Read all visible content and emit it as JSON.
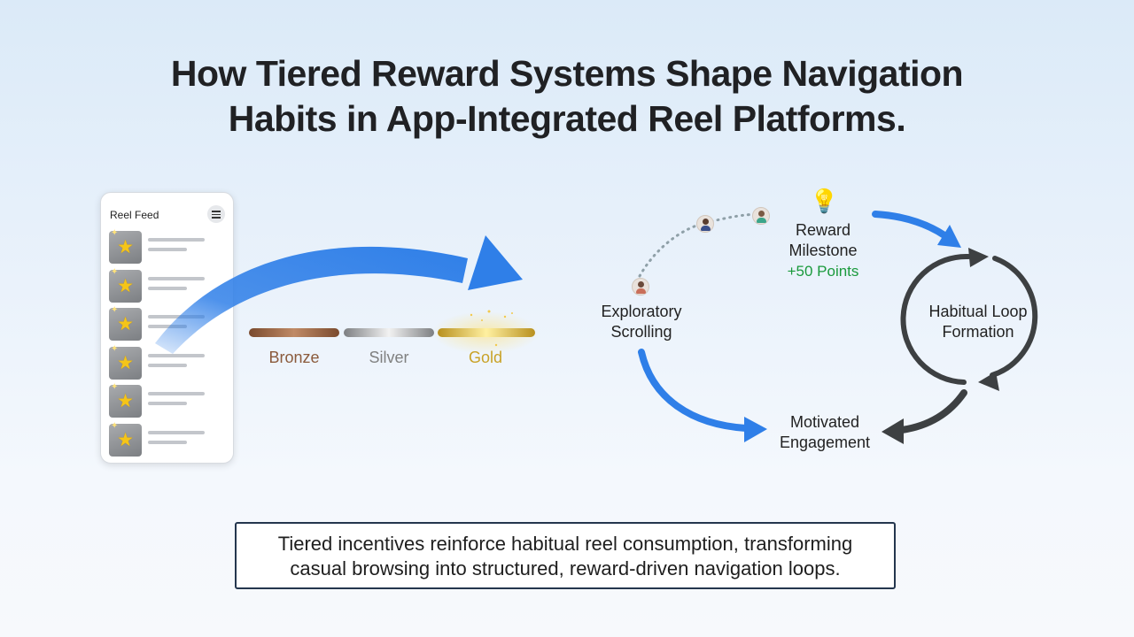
{
  "title": {
    "line1": "How Tiered Reward Systems Shape Navigation",
    "line2": "Habits in App-Integrated Reel Platforms."
  },
  "phone": {
    "title": "Reel Feed",
    "menu_icon": "hamburger-menu-icon",
    "thumb_icon": "star-icon",
    "reel_count": 6
  },
  "tiers": [
    {
      "label": "Bronze",
      "color": "#8b5a3c"
    },
    {
      "label": "Silver",
      "color": "#808080"
    },
    {
      "label": "Gold",
      "color": "#c9a227"
    }
  ],
  "nodes": {
    "exploratory": {
      "line1": "Exploratory",
      "line2": "Scrolling"
    },
    "reward": {
      "line1": "Reward",
      "line2": "Milestone",
      "points": "+50 Points"
    },
    "habit": {
      "line1": "Habitual Loop",
      "line2": "Formation"
    },
    "motivated": {
      "line1": "Motivated",
      "line2": "Engagement"
    }
  },
  "colors": {
    "arrow_blue": "#2f7fe8",
    "loop_gray": "#3d4042",
    "points_green": "#1a9a3c",
    "caption_border": "#24364e"
  },
  "caption": {
    "line1": "Tiered incentives reinforce habitual reel consumption, transforming",
    "line2": "casual browsing into structured, reward-driven navigation loops."
  }
}
